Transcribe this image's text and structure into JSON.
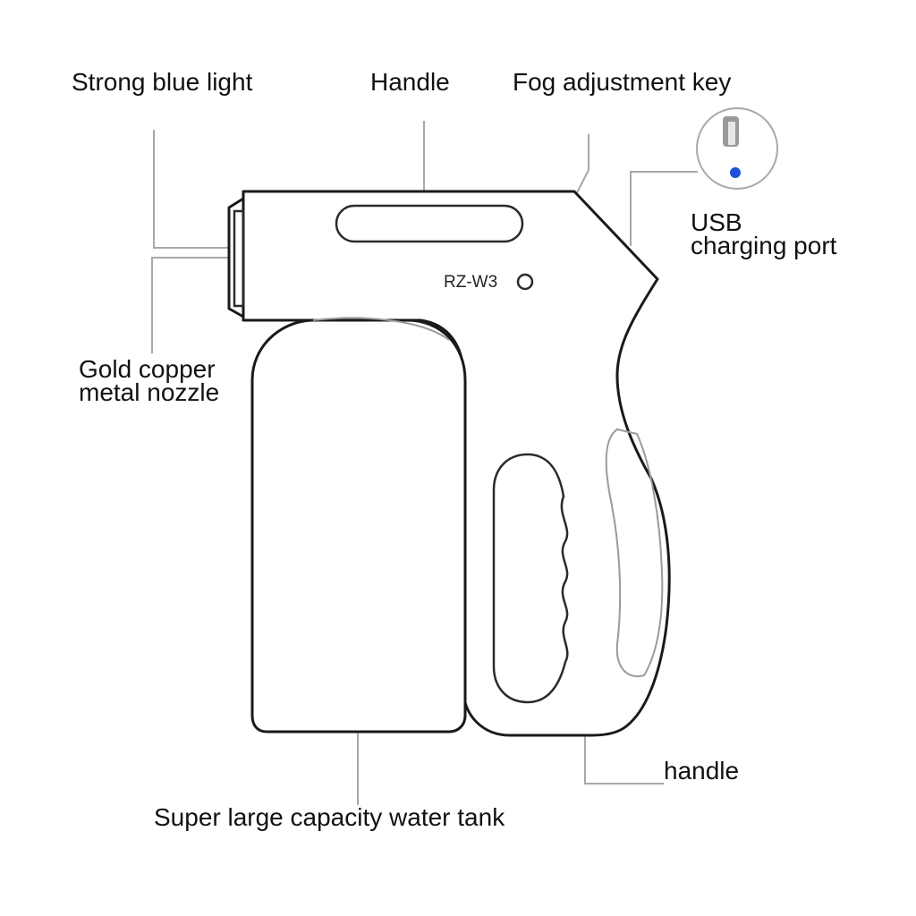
{
  "labels": {
    "blue_light": "Strong blue light",
    "top_handle": "Handle",
    "fog_key": "Fog adjustment key",
    "usb_port": "USB\ncharging port",
    "nozzle": "Gold copper\nmetal nozzle",
    "grip_handle": "handle",
    "water_tank": "Super large capacity water tank"
  },
  "model": "RZ-W3",
  "colors": {
    "usb_indicator": "#1f4fd8",
    "line": "#a8a8a8",
    "outline": "#1a1a1a"
  }
}
